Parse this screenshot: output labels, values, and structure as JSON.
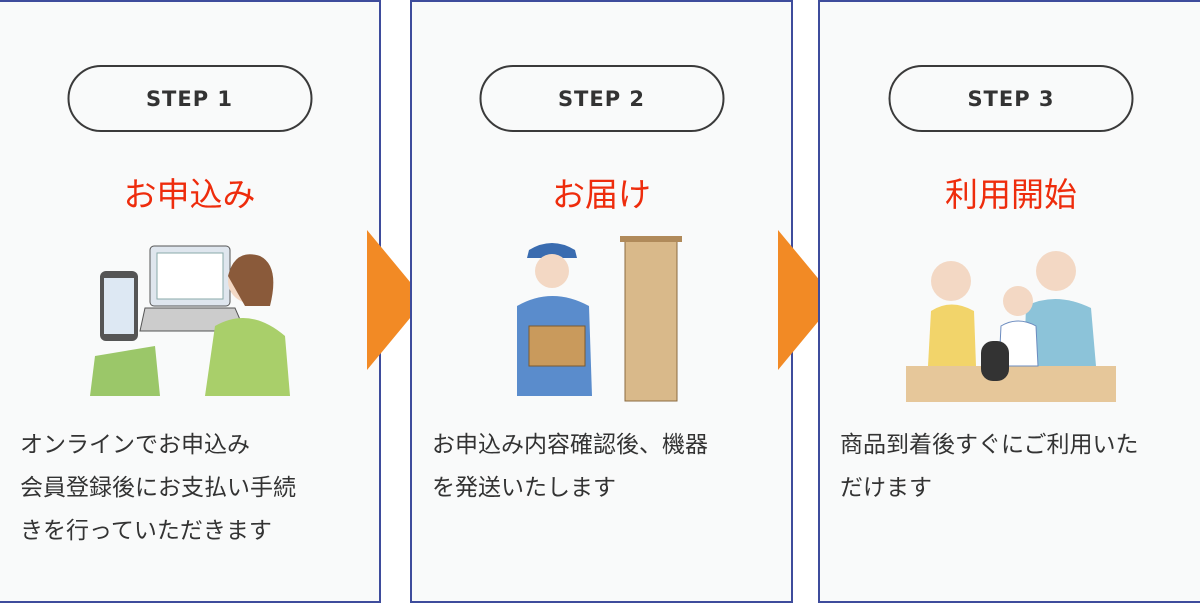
{
  "steps": [
    {
      "step_label": "STEP 1",
      "title": "お申込み",
      "description": "オンラインでお申込み\n会員登録後にお支払い手続\nきを行っていただきます",
      "illustration": "woman-with-phone-and-laptop"
    },
    {
      "step_label": "STEP 2",
      "title": "お届け",
      "description": "お申込み内容確認後、機器\nを発送いたします",
      "illustration": "delivery-man-with-box"
    },
    {
      "step_label": "STEP 3",
      "title": "利用開始",
      "description": "商品到着後すぐにご利用いた\nだけます",
      "illustration": "family-with-smart-speaker"
    }
  ],
  "colors": {
    "border": "#3e4c9c",
    "title": "#ee2c0c",
    "arrow": "#f28a25",
    "background": "#f9fafa"
  }
}
